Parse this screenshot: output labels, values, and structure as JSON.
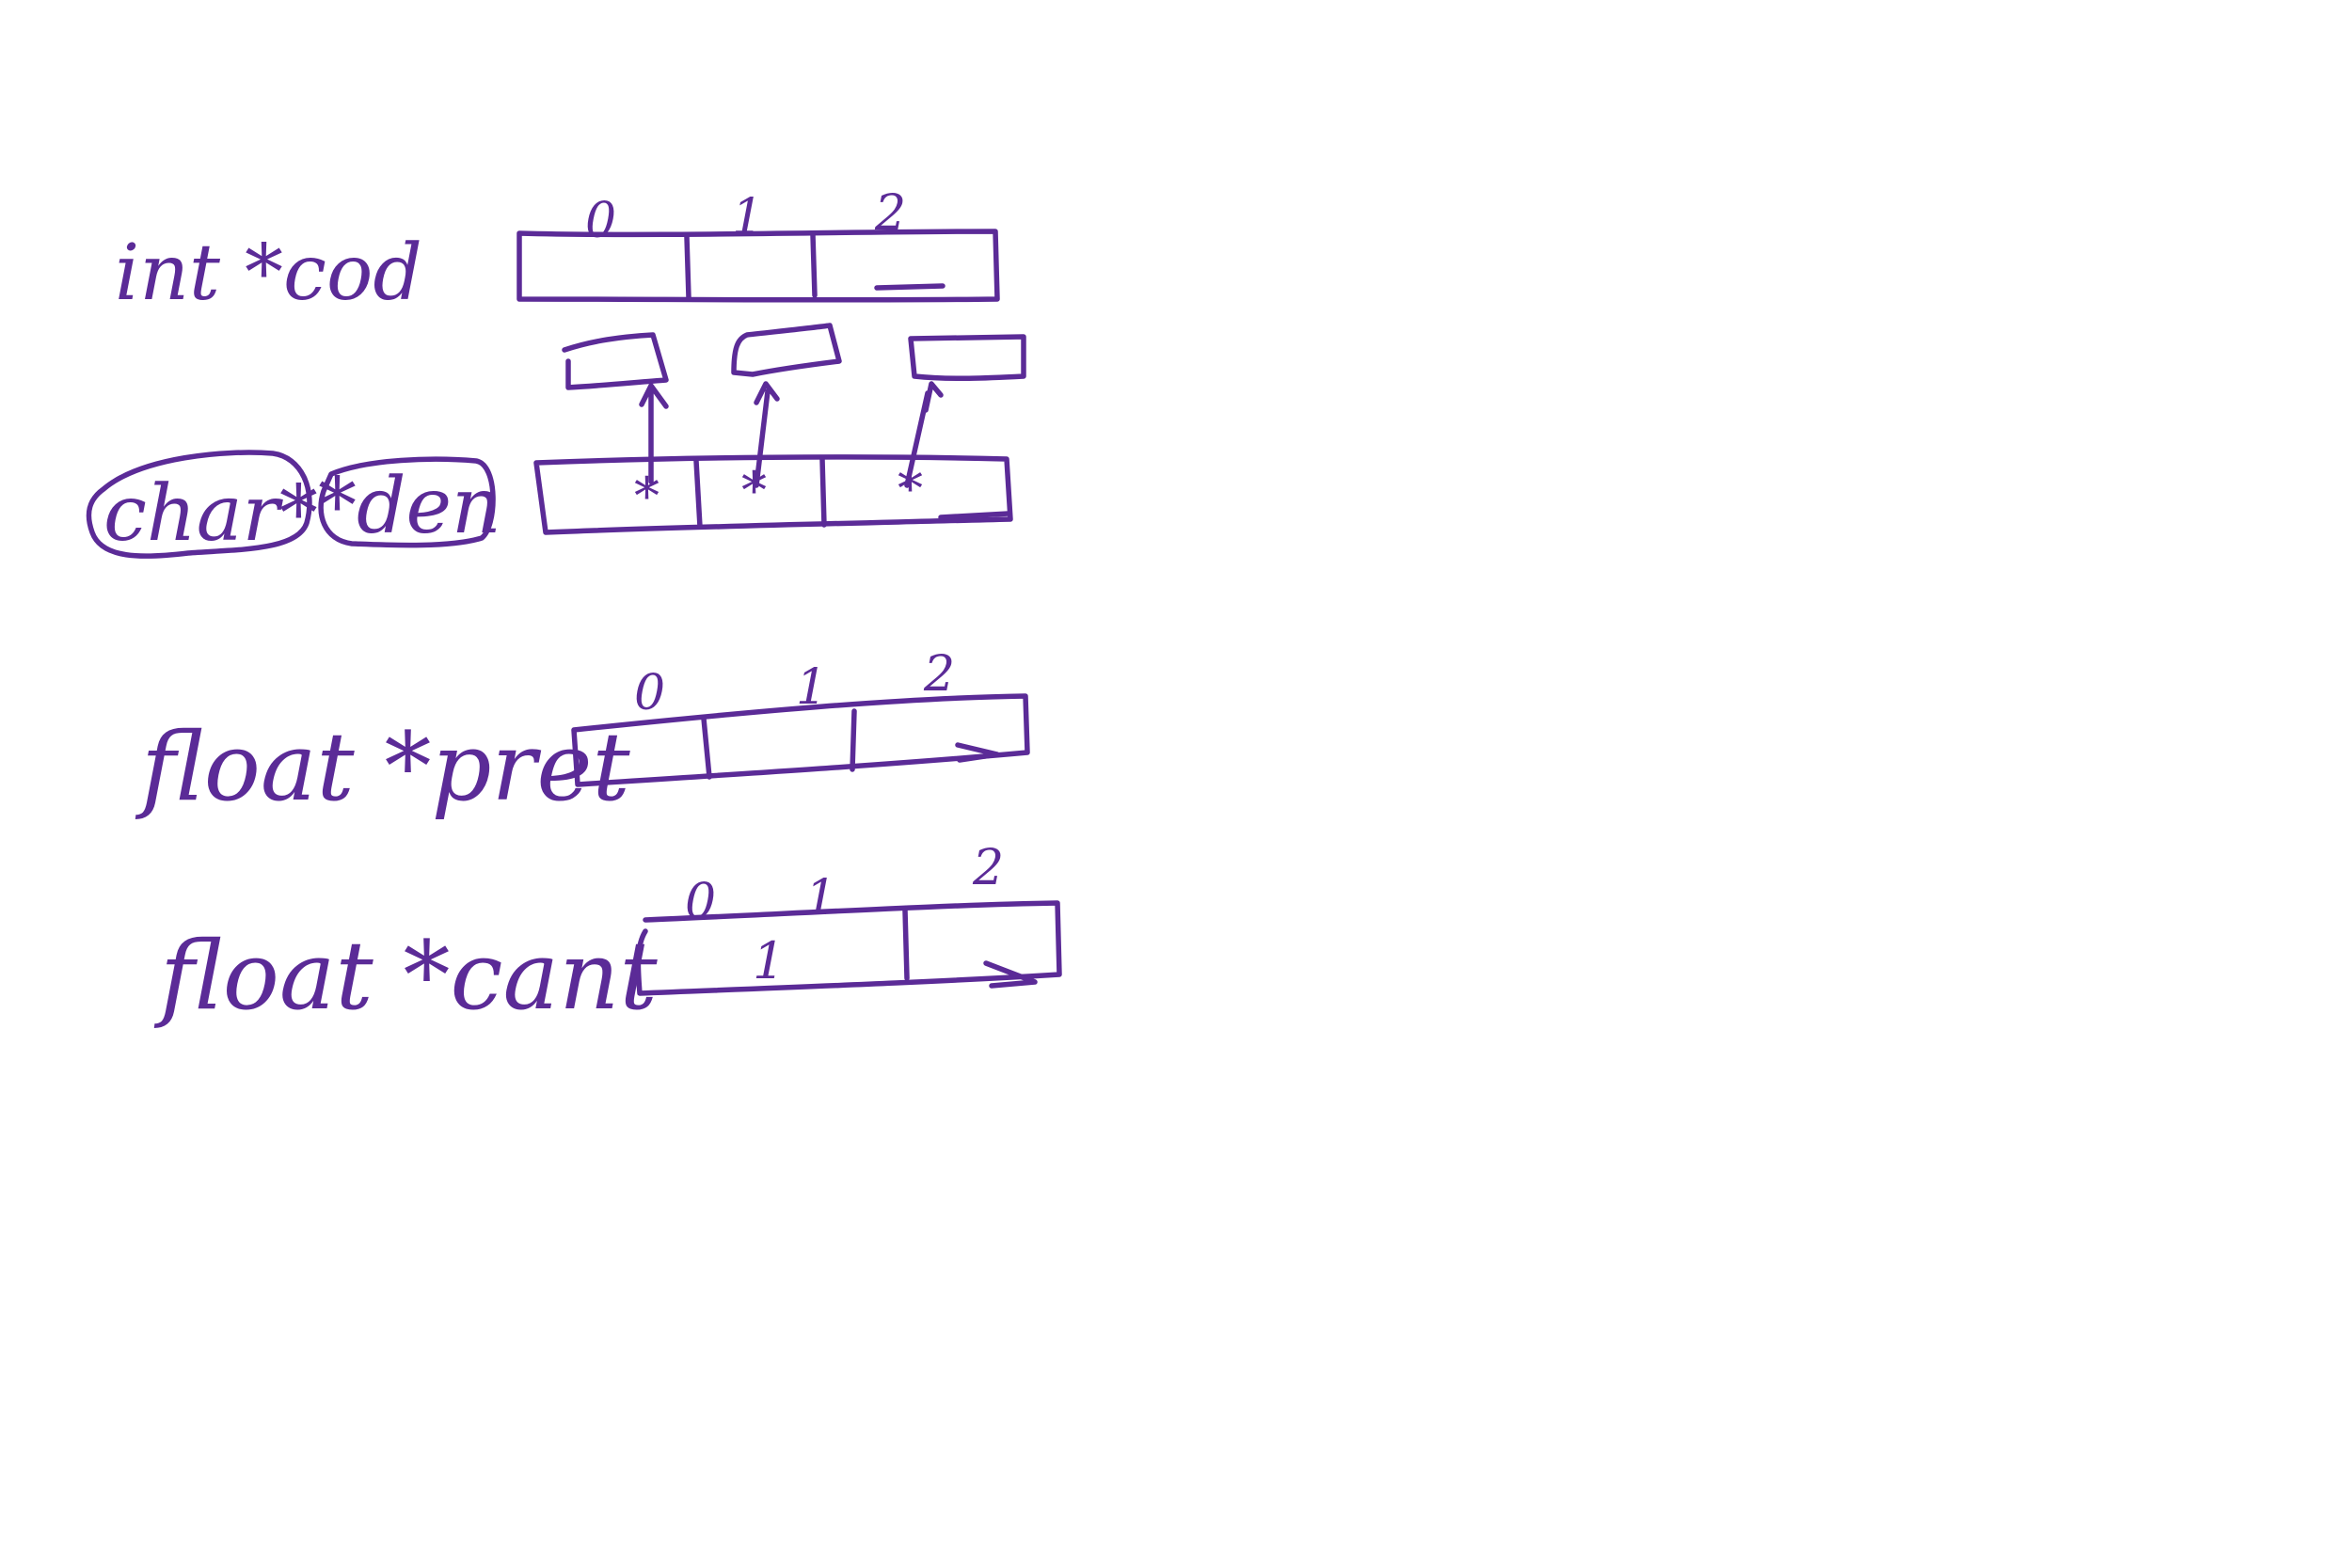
{
  "ink_color": "#5b2b97",
  "background_color": "#ffffff",
  "rows": {
    "cod": {
      "declaration": "int *cod",
      "indices": [
        "0",
        "1",
        "2"
      ]
    },
    "den": {
      "type_part": "char*",
      "name_part": "*den",
      "cell_marks": [
        "*",
        "*",
        "*"
      ]
    },
    "pret": {
      "declaration": "float *pret",
      "indices": [
        "0",
        "1",
        "2"
      ]
    },
    "cant": {
      "declaration": "float *cant",
      "indices": [
        "0",
        "1",
        "2"
      ],
      "cell_values": [
        "1",
        "",
        ""
      ]
    }
  }
}
